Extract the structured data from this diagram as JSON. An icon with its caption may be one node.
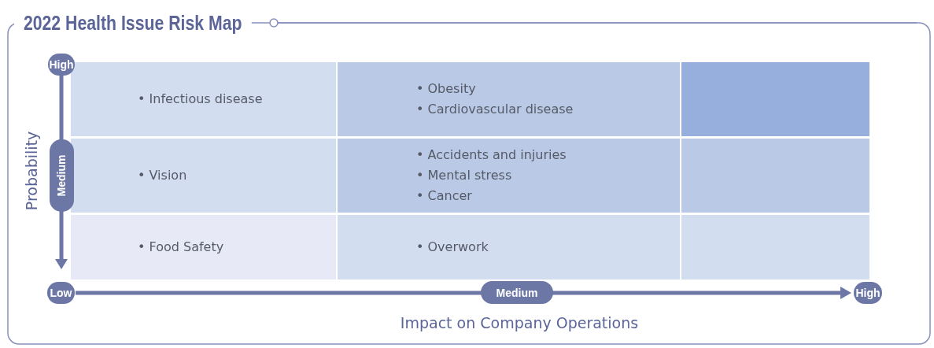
{
  "diagram": {
    "title": "2022 Health Issue Risk Map",
    "nodes": [
      {
        "text": [
          "• Infectious disease"
        ]
      },
      {
        "text": [
          "• Obesity",
          "• Cardiovascular disease"
        ]
      },
      {
        "text": [],
        "shape": "box"
      },
      {
        "text": [
          "• Vision"
        ]
      },
      {
        "text": [
          "• Accidents and injuries",
          "• Mental stress",
          "• Cancer"
        ]
      },
      {
        "text": [],
        "shape": "box"
      },
      {
        "text": [
          "• Food Safety"
        ]
      },
      {
        "text": [
          "• Overwork"
        ]
      },
      {
        "text": [],
        "shape": "box"
      }
    ],
    "edges": [],
    "labels": [
      "High",
      "Probability",
      "Medium",
      "Low",
      "Medium",
      "High",
      "Impact on Company Operations"
    ]
  }
}
